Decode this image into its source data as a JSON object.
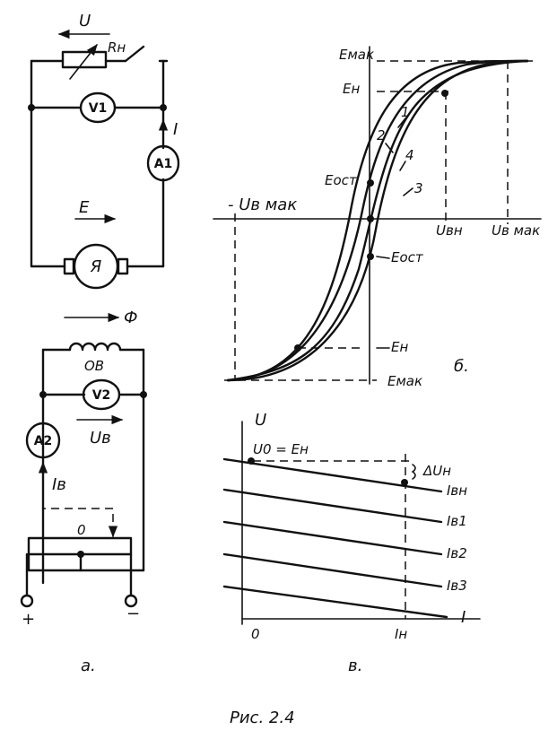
{
  "circuit": {
    "voltage_label": "U",
    "load_resistor_label": "Rн",
    "voltmeter1": "V1",
    "current_label": "I",
    "ammeter1": "A1",
    "emf_label": "E",
    "armature_label": "Я",
    "flux_label": "Ф",
    "field_winding_label": "ОВ",
    "voltmeter2": "V2",
    "field_voltage_label": "Uв",
    "ammeter2": "A2",
    "field_current_label": "Iв",
    "rheostat_zero_label": "0",
    "plus_label": "+",
    "minus_label": "−",
    "panel_label": "а."
  },
  "hysteresis": {
    "e_max_top": "Eмак",
    "e_n_top": "Eн",
    "e_ost_top": "Eост",
    "neg_u_max": "- Uв мак",
    "u_vn": "Uвн",
    "u_max": "Uв мак",
    "e_ost_bottom": "Eост",
    "e_n_bottom": "Eн",
    "e_max_bottom": "Eмак",
    "curve_labels": [
      "1",
      "2",
      "4",
      "3"
    ],
    "panel_label": "б."
  },
  "load_chart": {
    "y_axis_label": "U",
    "u0_label": "U0 = Eн",
    "delta_label": "ΔUн",
    "origin_label": "0",
    "x_axis_label": "I",
    "i_n_label": "Iн",
    "line_labels": [
      "Iвн",
      "Iв1",
      "Iв2",
      "Iв3"
    ],
    "panel_label": "в."
  },
  "caption": "Рис. 2.4"
}
